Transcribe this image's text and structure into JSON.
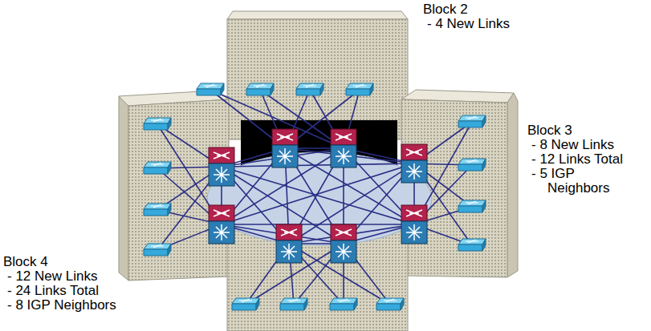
{
  "diagram": {
    "labels": [
      "Block 2",
      "- 4 New Links",
      "Block 3",
      "- 8 New Links",
      "- 12 Links Total",
      "- 5 IGP Neighbors",
      "Block 4",
      "- 12 New Links",
      "- 24 Links Total",
      "- 8 IGP Neighbors"
    ]
  }
}
